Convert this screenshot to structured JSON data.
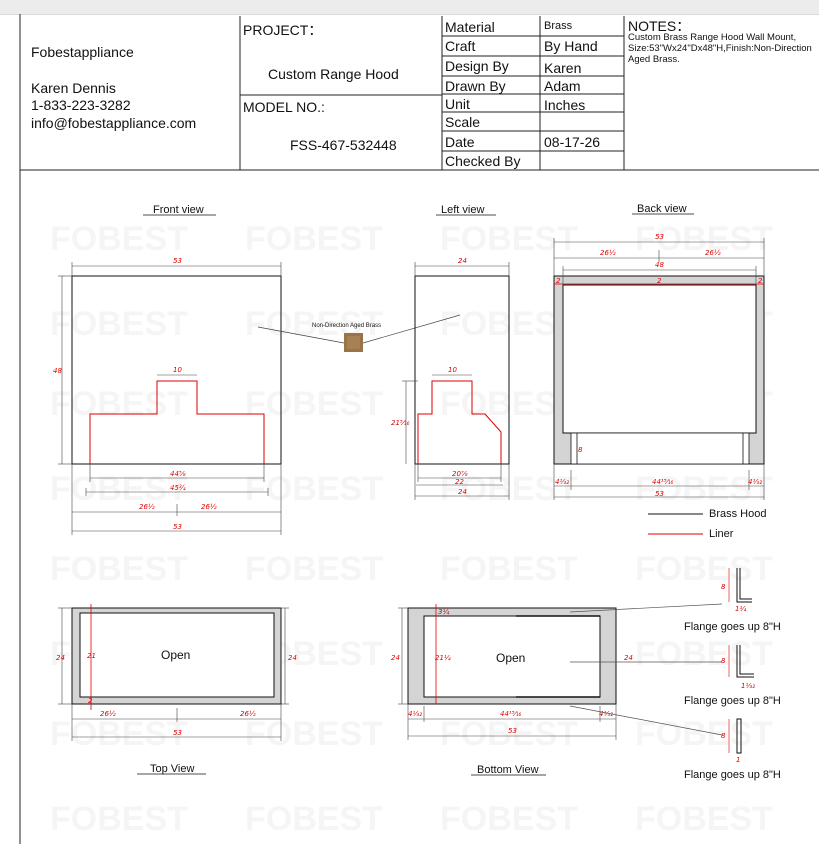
{
  "company": {
    "name": "Fobestappliance",
    "contact_name": "Karen Dennis",
    "phone": "1-833-223-3282",
    "email": "info@fobestappliance.com"
  },
  "project": {
    "label": "PROJECT：",
    "value": "Custom Range Hood",
    "model_label": "MODEL NO.:",
    "model_value": "FSS-467-532448"
  },
  "spec_table": [
    {
      "label": "Material",
      "value": "Brass"
    },
    {
      "label": "Craft",
      "value": "By Hand"
    },
    {
      "label": "Design By",
      "value": "Karen"
    },
    {
      "label": "Drawn By",
      "value": "Adam"
    },
    {
      "label": "Unit",
      "value": "Inches"
    },
    {
      "label": "Scale",
      "value": ""
    },
    {
      "label": "Date",
      "value": "08-17-26"
    },
    {
      "label": "Checked By",
      "value": ""
    }
  ],
  "notes": {
    "title": "NOTES：",
    "body": "Custom Brass Range Hood Wall Mount, Size:53\"Wx24\"Dx48\"H,Finish:Non-Direction Aged Brass."
  },
  "watermark": "FOBEST",
  "views": {
    "front": "Front view",
    "left": "Left view",
    "back": "Back view",
    "top": "Top View",
    "bottom": "Bottom View"
  },
  "finish_callout": "Non-Direction Aged Brass",
  "legend": {
    "brass_hood": "Brass Hood",
    "liner": "Liner",
    "brass_hood_color": "#111111",
    "liner_color": "#e00000"
  },
  "open_label": "Open",
  "flange_label": "Flange goes up 8\"H",
  "dimensions": {
    "front": {
      "width": "53",
      "height": "48",
      "top_width": "10",
      "liner_width": "44⅝",
      "liner_width2": "45¾",
      "half_left": "26½",
      "half_right": "26½",
      "overall": "53"
    },
    "left": {
      "depth": "24",
      "top_depth": "10",
      "liner_height": "21⁵⁄₁₆",
      "liner_depth": "20⅞",
      "liner_depth2": "22",
      "overall": "24"
    },
    "back": {
      "width": "53",
      "half_left": "26½",
      "half_right": "26½",
      "inner": "48",
      "side_left": "2",
      "side_mid": "2",
      "side_right": "2",
      "lower": "8",
      "left_gap": "4⅓₂",
      "inner_bottom": "44¹⁵⁄₁₆",
      "right_gap": "4⅓₂",
      "overall": "53"
    },
    "top": {
      "depth": "24",
      "inner_depth": "21",
      "depth_right": "24",
      "offset": "2",
      "half_left": "26½",
      "half_right": "26½",
      "overall": "53"
    },
    "bottom": {
      "depth": "24",
      "top_offset": "3¼",
      "inner_depth": "21¼",
      "depth_right": "24",
      "left_gap": "4⅓₂",
      "inner_width": "44¹⁵⁄₁₆",
      "right_gap": "4⅓₂",
      "overall": "53"
    },
    "flange": {
      "height1": "8",
      "thick1": "1¼",
      "height2": "8",
      "thick2": "1⅓₂",
      "height3": "8",
      "thick3": "1"
    }
  }
}
